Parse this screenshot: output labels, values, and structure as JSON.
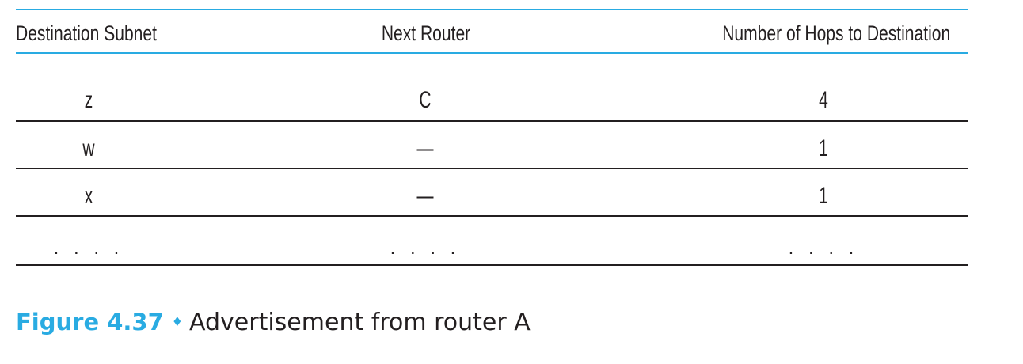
{
  "table": {
    "headers": [
      "Destination Subnet",
      "Next Router",
      "Number of Hops to Destination"
    ],
    "rows": [
      [
        "z",
        "C",
        "4"
      ],
      [
        "w",
        "—",
        "1"
      ],
      [
        "x",
        "—",
        "1"
      ],
      [
        ". . . .",
        ". . . .",
        ". . . ."
      ]
    ]
  },
  "caption": {
    "label": "Figure 4.37",
    "separator": "♦",
    "text": "Advertisement from router A"
  },
  "colors": {
    "accent": "#29abe2",
    "text": "#231f20",
    "rule": "#231f20"
  }
}
